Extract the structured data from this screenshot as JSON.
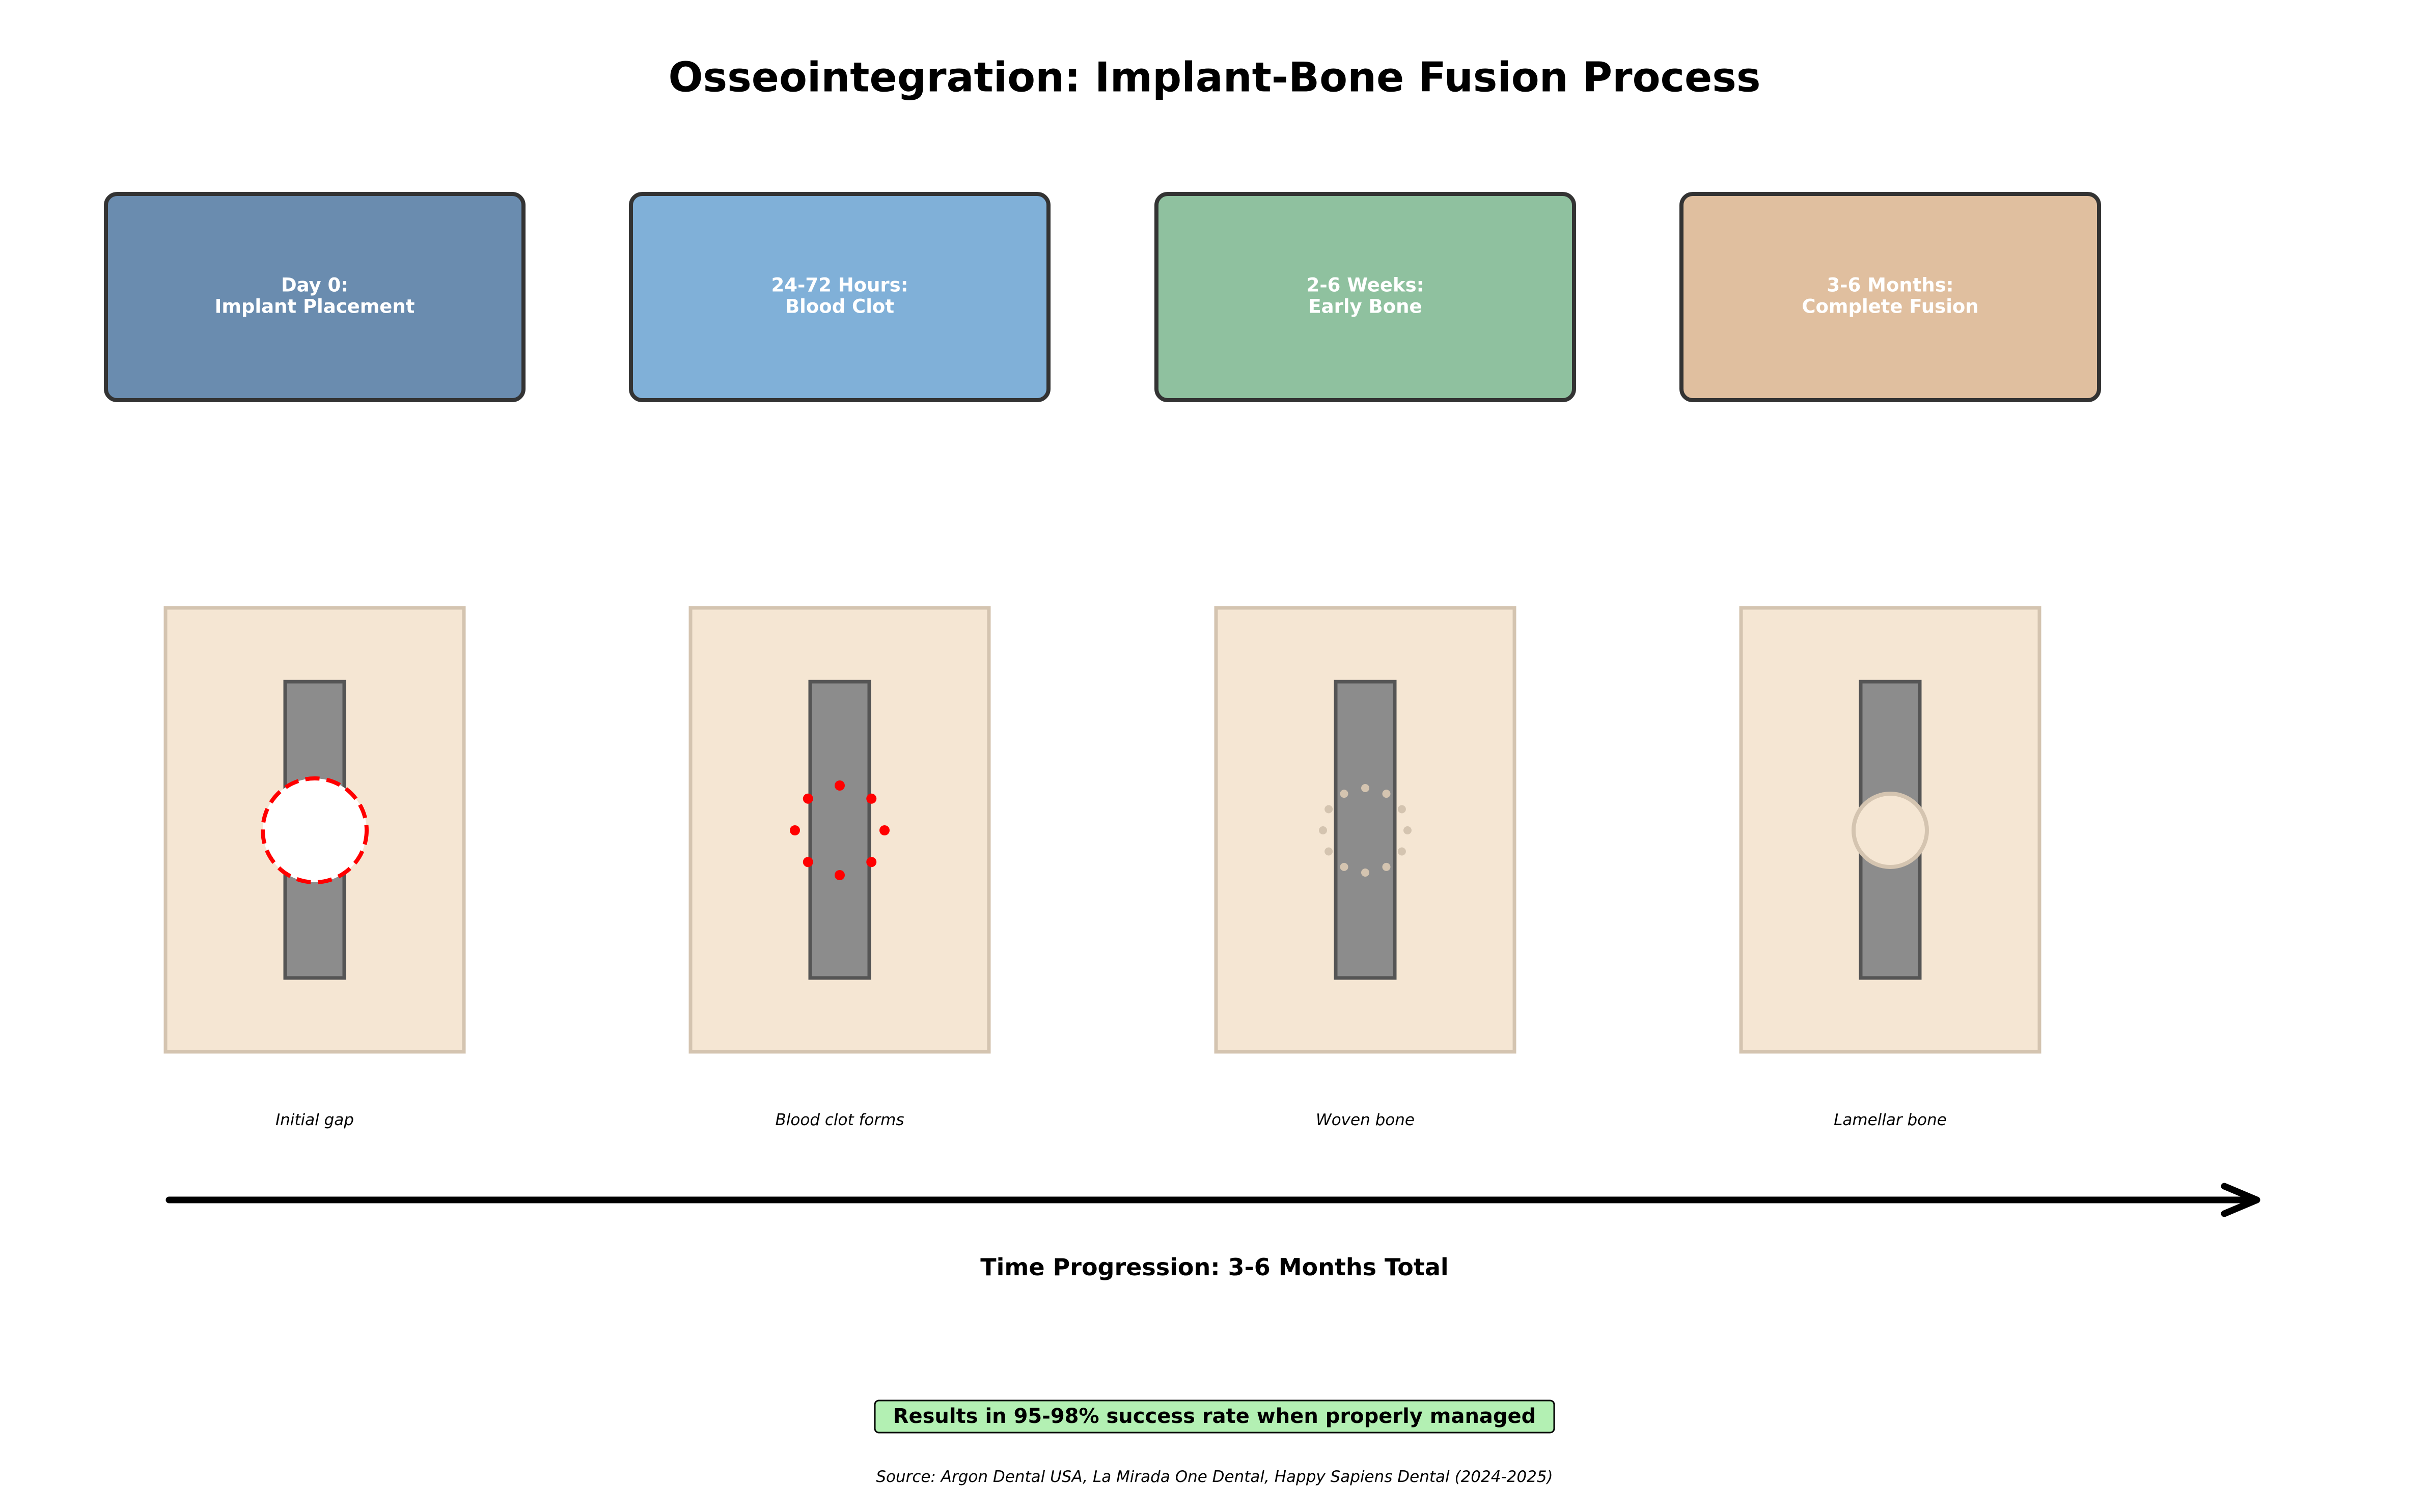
{
  "title": "Osseointegration: Implant-Bone Fusion Process",
  "colors": {
    "bone": "#f5e6d3",
    "bone_border": "#d4c4b0",
    "implant": "#8c8c8c",
    "implant_border": "#555555",
    "gap_marker": "#ff0000",
    "result_box_fill": "#b3f0b3"
  },
  "stages": [
    {
      "label_line1": "Day 0:",
      "label_line2": "Implant Placement",
      "color": "#6a8caf",
      "caption": "Initial gap",
      "illustration": "gap-circle"
    },
    {
      "label_line1": "24-72 Hours:",
      "label_line2": "Blood Clot",
      "color": "#80b0d8",
      "caption": "Blood clot forms",
      "illustration": "clot-dots"
    },
    {
      "label_line1": "2-6 Weeks:",
      "label_line2": "Early Bone",
      "color": "#8fc19f",
      "caption": "Woven bone",
      "illustration": "bone-dots"
    },
    {
      "label_line1": "3-6 Months:",
      "label_line2": "Complete Fusion",
      "color": "#e0bf9f",
      "caption": "Lamellar bone",
      "illustration": "fused-circle"
    }
  ],
  "timeline": {
    "label": "Time Progression: 3-6 Months Total"
  },
  "result": {
    "text": "Results in 95-98% success rate when properly managed"
  },
  "source": "Source: Argon Dental USA, La Mirada One Dental, Happy Sapiens Dental (2024-2025)"
}
